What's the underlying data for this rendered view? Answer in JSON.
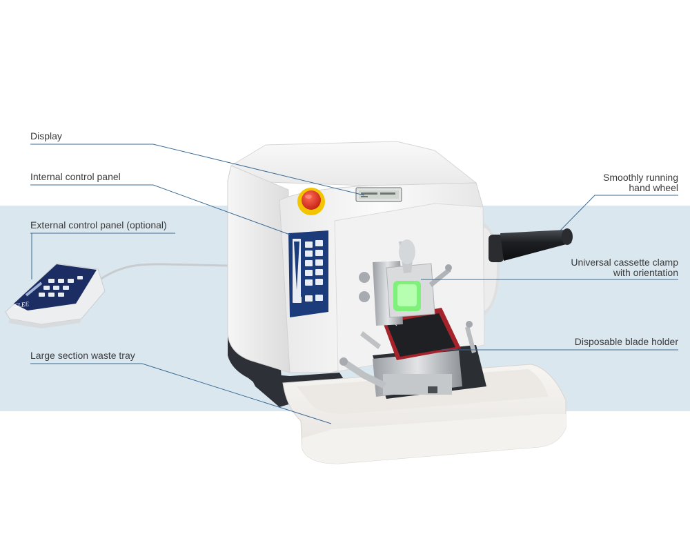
{
  "colors": {
    "band": "#dbe7ef",
    "leader": "#3b6a93",
    "label_text": "#3a3a3a",
    "panel_blue": "#1c3b7a",
    "estop_red": "#d42a1e",
    "estop_yellow": "#f3c400",
    "cassette_green": "#7ff07a",
    "blade_frame_red": "#a5232b",
    "body_white": "#f4f4f4",
    "dark_base": "#2d3137"
  },
  "labels": {
    "display": "Display",
    "internal_panel": "Internal control panel",
    "external_panel": "External control panel (optional)",
    "waste_tray": "Large section waste tray",
    "hand_wheel": "Smoothly running\nhand wheel",
    "cassette_clamp": "Universal cassette clamp\nwith orientation",
    "blade_holder": "Disposable blade holder"
  },
  "icons": {
    "emergency_stop": "emergency-stop-icon",
    "keypad": "keypad-icon",
    "hand_wheel": "hand-wheel-icon"
  },
  "brand": {
    "remote_logo": "SLEE"
  }
}
